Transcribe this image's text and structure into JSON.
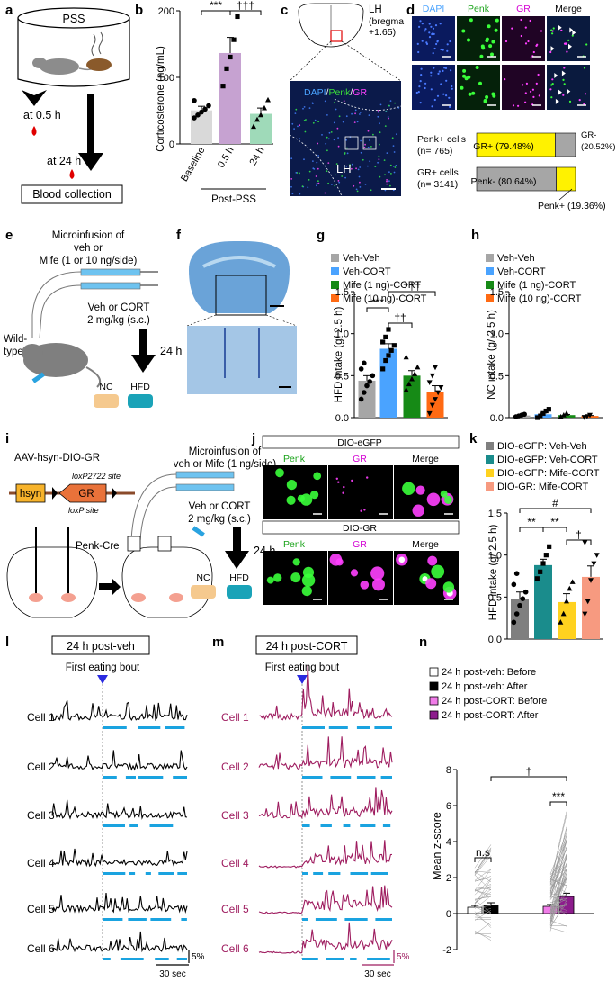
{
  "panels": {
    "a": {
      "letter": "a",
      "box_label": "PSS",
      "t1": "at 0.5 h",
      "t2": "at 24 h",
      "collection": "Blood collection"
    },
    "b": {
      "letter": "b",
      "chart_data": {
        "type": "bar",
        "categories": [
          "Baseline",
          "0.5 h",
          "24 h"
        ],
        "values": [
          58,
          157,
          52
        ],
        "errors": [
          7,
          27,
          10
        ],
        "points": [
          [
            45,
            50,
            55,
            60,
            66,
            75
          ],
          [
            100,
            130,
            150,
            180,
            220
          ],
          [
            30,
            42,
            50,
            62,
            76
          ]
        ],
        "colors": [
          "#d9d9d9",
          "#c6a2d1",
          "#9fdab9"
        ],
        "ylabel": "Corticosterone (ng/mL)",
        "yticks": [
          "0",
          "100",
          "200"
        ],
        "ylim": [
          0,
          230
        ],
        "group_label": "Post-PSS",
        "sig1": "***",
        "sig2": "†††"
      }
    },
    "c": {
      "letter": "c",
      "region": "LH",
      "bregma1": "(bregma",
      "bregma2": "+1.65)",
      "stain_dapi": "DAPI",
      "slash1": "/",
      "stain_penk": "Penk",
      "slash2": "/",
      "stain_gr": "GR",
      "micro_label": "LH"
    },
    "d": {
      "letter": "d",
      "ch_dapi": "DAPI",
      "ch_penk": "Penk",
      "ch_gr": "GR",
      "ch_merge": "Merge",
      "chart_data": {
        "type": "bar",
        "rows": [
          {
            "label1": "Penk+ cells",
            "label2": "(n= 765)",
            "values": [
              79.48,
              20.52
            ],
            "colors": [
              "#fff200",
              "#a6a6a6"
            ]
          },
          {
            "label1": "GR+ cells",
            "label2": "(n= 3141)",
            "values": [
              80.64,
              19.36
            ],
            "colors": [
              "#a6a6a6",
              "#fff200"
            ]
          }
        ]
      },
      "gr_pos": "GR+ (79.48%)",
      "gr_neg1": "GR-",
      "gr_neg2": "(20.52%)",
      "penk_neg": "Penk- (80.64%)",
      "penk_pos": "Penk+ (19.36%)"
    },
    "e": {
      "letter": "e",
      "micro1": "Microinfusion of",
      "micro2": "veh or",
      "micro3": "Mife (1 or 10 ng/side)",
      "veh1": "Veh or CORT",
      "veh2": "2 mg/kg (s.c.)",
      "wild1": "Wild-",
      "wild2": "type",
      "time": "24 h",
      "nc": "NC",
      "hfd": "HFD"
    },
    "f": {
      "letter": "f"
    },
    "g": {
      "letter": "g",
      "legend": [
        "Veh-Veh",
        "Veh-CORT",
        "Mife (1 ng)-CORT",
        "Mife (10 ng)-CORT"
      ],
      "chart_data": {
        "type": "bar",
        "values": [
          0.44,
          0.82,
          0.5,
          0.31
        ],
        "errors": [
          0.06,
          0.06,
          0.06,
          0.07
        ],
        "points": [
          [
            0.22,
            0.3,
            0.38,
            0.43,
            0.5,
            0.58,
            0.65
          ],
          [
            0.58,
            0.68,
            0.74,
            0.8,
            0.86,
            0.9,
            0.96,
            1.05
          ],
          [
            0.33,
            0.4,
            0.46,
            0.52,
            0.6,
            0.72
          ],
          [
            0.05,
            0.15,
            0.22,
            0.3,
            0.36,
            0.42,
            0.5,
            0.6
          ]
        ],
        "colors": [
          "#a6a6a6",
          "#4aa3ff",
          "#168a16",
          "#ff6a13"
        ],
        "ylabel": "HFD intake (g/ 2.5 h)",
        "yticks": [
          "0.0",
          "0.5",
          "1.0",
          "1.5"
        ],
        "ylim": [
          0,
          1.5
        ],
        "sig": [
          "***",
          "††",
          "†††"
        ]
      }
    },
    "h": {
      "letter": "h",
      "legend": [
        "Veh-Veh",
        "Veh-CORT",
        "Mife (1 ng)-CORT",
        "Mife (10 ng)-CORT"
      ],
      "chart_data": {
        "type": "bar",
        "values": [
          0.025,
          0.04,
          0.03,
          0.02
        ],
        "errors": [
          0.005,
          0.015,
          0.008,
          0.005
        ],
        "points": [
          [
            0.01,
            0.02,
            0.03,
            0.04
          ],
          [
            0.0,
            0.02,
            0.05,
            0.08,
            0.1
          ],
          [
            0.01,
            0.03,
            0.05
          ],
          [
            0.005,
            0.015,
            0.03
          ]
        ],
        "colors": [
          "#a6a6a6",
          "#4aa3ff",
          "#168a16",
          "#ff6a13"
        ],
        "ylabel": "NC intake (g/ 2.5 h)",
        "yticks": [
          "0.0",
          "0.5",
          "1.0",
          "1.5"
        ],
        "ylim": [
          0,
          1.5
        ]
      }
    },
    "i": {
      "letter": "i",
      "title": "AAV-hsyn-DIO-GR",
      "hsyn": "hsyn",
      "gr": "GR",
      "lox2722": "loxP2722 site",
      "lox": "loxP site",
      "micro1": "Microinfusion of",
      "micro2": "veh or Mife (1 ng/side)",
      "veh1": "Veh or CORT",
      "veh2": "2 mg/kg (s.c.)",
      "penkcre": "Penk-Cre",
      "time": "24 h",
      "nc": "NC",
      "hfd": "HFD"
    },
    "j": {
      "letter": "j",
      "row1": "DIO-eGFP",
      "row2": "DIO-GR",
      "ch_penk": "Penk",
      "ch_gr": "GR",
      "ch_merge": "Merge"
    },
    "k": {
      "letter": "k",
      "legend": [
        "DIO-eGFP: Veh-Veh",
        "DIO-eGFP: Veh-CORT",
        "DIO-eGFP: Mife-CORT",
        "DIO-GR: Mife-CORT"
      ],
      "chart_data": {
        "type": "bar",
        "values": [
          0.48,
          0.88,
          0.44,
          0.74
        ],
        "errors": [
          0.08,
          0.07,
          0.1,
          0.13
        ],
        "points": [
          [
            0.2,
            0.3,
            0.4,
            0.48,
            0.56,
            0.65,
            0.78
          ],
          [
            0.72,
            0.8,
            0.9,
            1.0,
            1.1
          ],
          [
            0.2,
            0.3,
            0.45,
            0.6,
            0.68
          ],
          [
            0.3,
            0.45,
            0.7,
            0.9,
            1.0,
            1.15
          ]
        ],
        "colors": [
          "#7f7f7f",
          "#1a8c8c",
          "#ffd21f",
          "#f79a80"
        ],
        "ylabel": "HFD intake (g/ 2.5 h)",
        "yticks": [
          "0.0",
          "0.5",
          "1.0",
          "1.5"
        ],
        "ylim": [
          0,
          1.5
        ],
        "sig": [
          "#",
          "**",
          "**",
          "†"
        ]
      }
    },
    "l": {
      "letter": "l",
      "title": "24 h post-veh",
      "first": "First eating bout",
      "cells": [
        "Cell 1",
        "Cell 2",
        "Cell 3",
        "Cell 4",
        "Cell 5",
        "Cell 6"
      ],
      "scale_y": "5%",
      "scale_x": "30 sec",
      "color": "#000000"
    },
    "m": {
      "letter": "m",
      "title": "24 h post-CORT",
      "first": "First eating bout",
      "cells": [
        "Cell 1",
        "Cell 2",
        "Cell 3",
        "Cell 4",
        "Cell 5",
        "Cell 6"
      ],
      "scale_y": "5%",
      "scale_x": "30 sec",
      "color": "#9e1c5f"
    },
    "n": {
      "letter": "n",
      "legend": [
        "24 h post-veh: Before",
        "24 h post-veh: After",
        "24 h post-CORT: Before",
        "24 h post-CORT: After"
      ],
      "chart_data": {
        "type": "bar",
        "values": [
          0.35,
          0.45,
          0.4,
          0.95
        ],
        "errors": [
          0.1,
          0.15,
          0.1,
          0.18
        ],
        "colors": [
          "#ffffff",
          "#000000",
          "#f07ce8",
          "#8c1c8c"
        ],
        "ylabel": "Mean z-score",
        "yticks": [
          "-2",
          "0",
          "2",
          "4",
          "6",
          "8"
        ],
        "ylim": [
          -2,
          8
        ],
        "ns": "n.s",
        "sig1": "***",
        "sig2": "†"
      }
    }
  }
}
